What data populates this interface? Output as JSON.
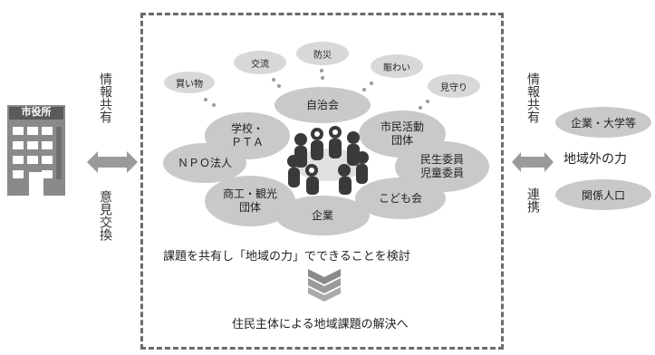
{
  "left": {
    "building_sign": "市役所",
    "share_label": "情報共有",
    "exchange_label": "意見交換"
  },
  "center": {
    "clouds": [
      "買い物",
      "交流",
      "防災",
      "賑わい",
      "見守り"
    ],
    "groups": {
      "jichikai": "自治会",
      "school": "学校・\nＰＴＡ",
      "shimin": "市民活動\n団体",
      "npo": "ＮＰＯ法人",
      "minsei": "民生委員\n児童委員",
      "shoko": "商工・観光\n団体",
      "kodomo": "こども会",
      "kigyo": "企業"
    },
    "discuss_text": "課題を共有し「地域の力」でできることを検討",
    "result_text": "住民主体による地域課題の解決へ"
  },
  "right": {
    "share_label": "情報共有",
    "cooperate_label": "連携",
    "corp_univ": "企業・大学等",
    "outside_power": "地域外の力",
    "related_pop": "関係人口"
  },
  "colors": {
    "ellipse": "#c9c9c9",
    "arrow": "#9a9a9a",
    "border": "#6b6b6b"
  }
}
